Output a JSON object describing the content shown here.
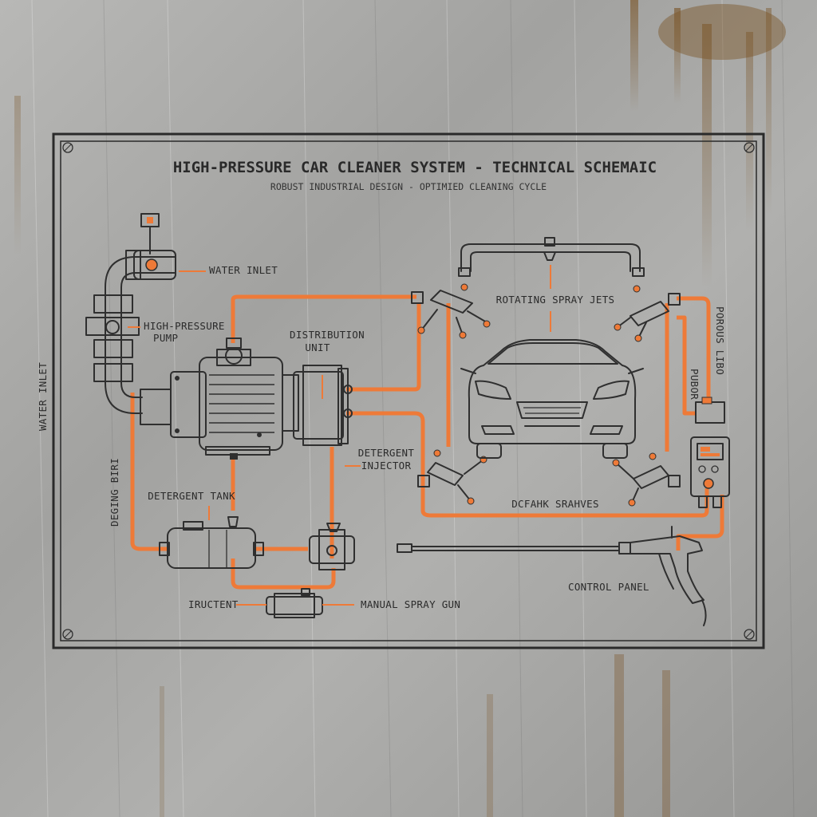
{
  "title": "HIGH-PRESSURE CAR CLEANER SYSTEM - TECHNICAL SCHEMAIC",
  "subtitle": "ROBUST INDUSTRIAL DESIGN - OPTIMIED CLEANING CYCLE",
  "labels": {
    "water_inlet": "WATER INLET",
    "pump_line1": "HIGH-PRESSURE",
    "pump_line2": "PUMP",
    "dist_line1": "DISTRIBUTION",
    "dist_line2": "UNIT",
    "rotating_jets": "ROTATING SPRAY JETS",
    "detergent_line1": "DETERGENT",
    "detergent_line2": "INJECTOR",
    "detergent_tank": "DETERGENT TANK",
    "bottom_sprayers": "DCFAHK SRAHVES",
    "control_panel": "CONTROL PANEL",
    "manual_gun": "MANUAL SPRAY GUN",
    "iructent": "IRUCTENT",
    "left_vertical": "WATER INLET",
    "left_vertical2": "DEGING BIRI",
    "right_vertical1": "POROUS LIBO",
    "right_vertical2": "PUBOR"
  },
  "colors": {
    "plate": "#a9a9a7",
    "pipe": "#ee7a38",
    "ink": "#2f2f2f",
    "rust": "#7a5426"
  }
}
